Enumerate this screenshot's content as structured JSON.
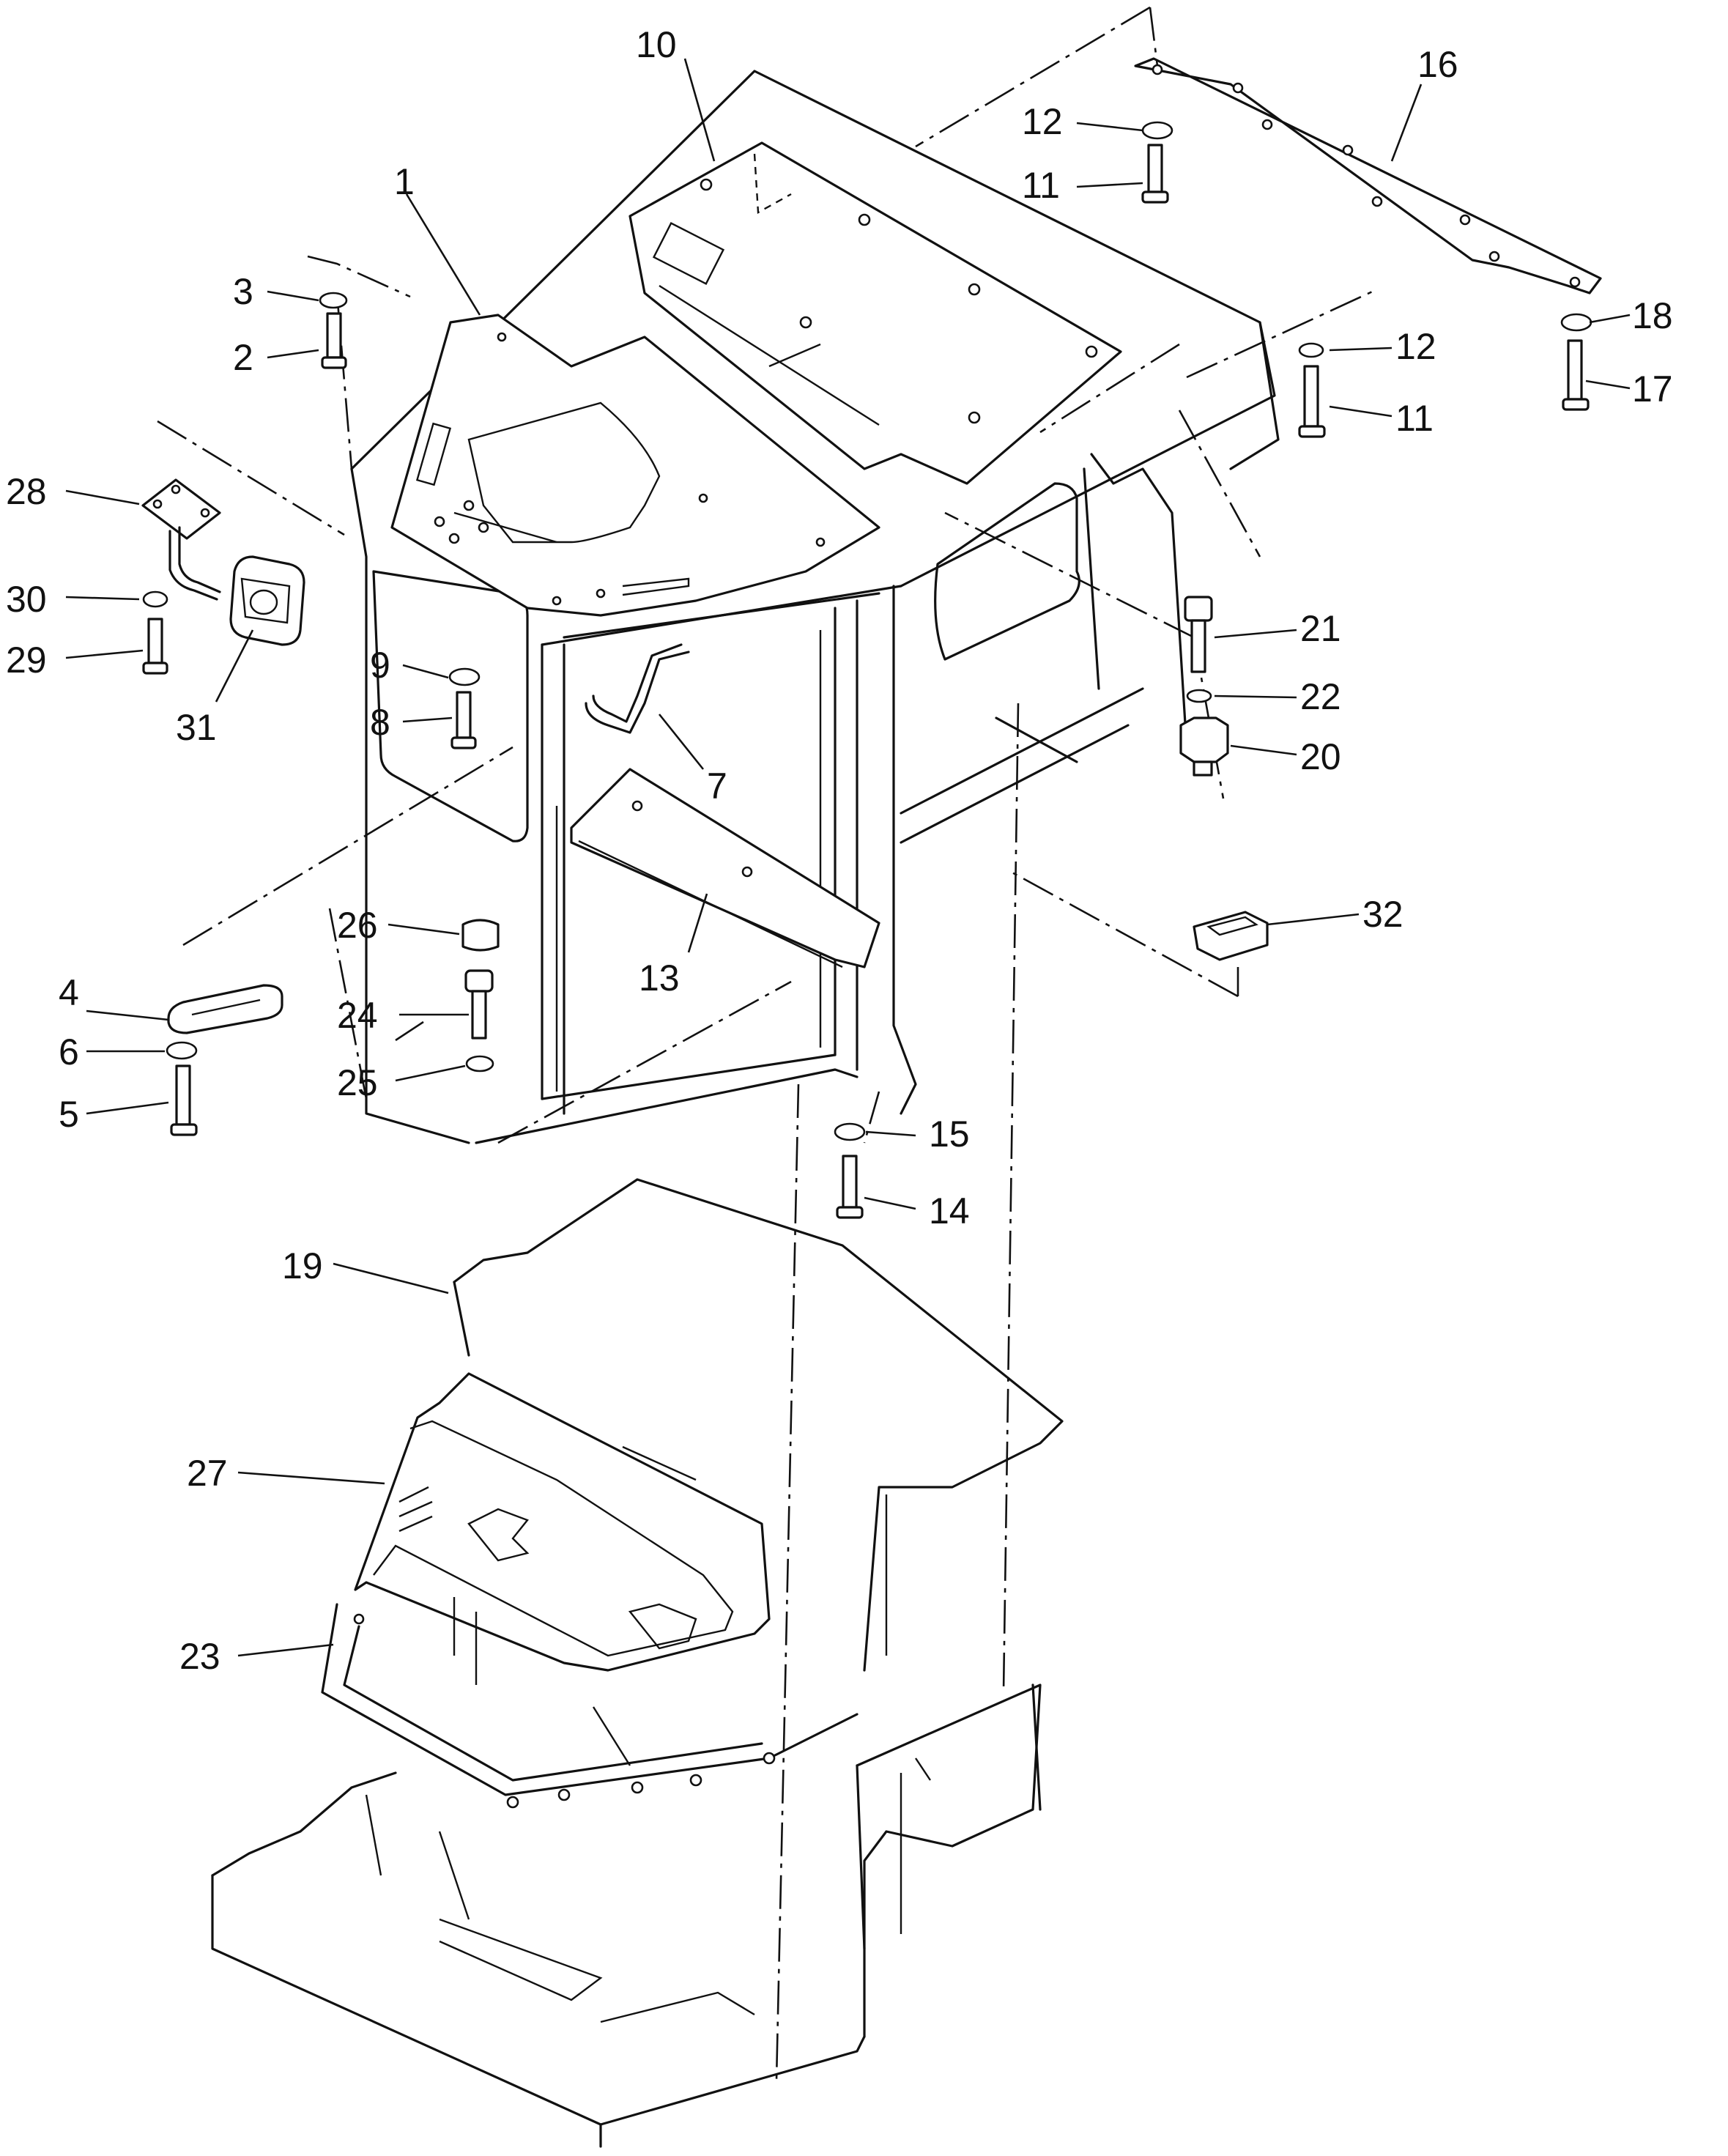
{
  "callouts": [
    {
      "id": "c1",
      "text": "1"
    },
    {
      "id": "c2",
      "text": "2"
    },
    {
      "id": "c3",
      "text": "3"
    },
    {
      "id": "c4",
      "text": "4"
    },
    {
      "id": "c5",
      "text": "5"
    },
    {
      "id": "c6",
      "text": "6"
    },
    {
      "id": "c7",
      "text": "7"
    },
    {
      "id": "c8",
      "text": "8"
    },
    {
      "id": "c9",
      "text": "9"
    },
    {
      "id": "c10",
      "text": "10"
    },
    {
      "id": "c11a",
      "text": "11"
    },
    {
      "id": "c11b",
      "text": "11"
    },
    {
      "id": "c12a",
      "text": "12"
    },
    {
      "id": "c12b",
      "text": "12"
    },
    {
      "id": "c13",
      "text": "13"
    },
    {
      "id": "c14",
      "text": "14"
    },
    {
      "id": "c15",
      "text": "15"
    },
    {
      "id": "c16",
      "text": "16"
    },
    {
      "id": "c17",
      "text": "17"
    },
    {
      "id": "c18",
      "text": "18"
    },
    {
      "id": "c19",
      "text": "19"
    },
    {
      "id": "c20",
      "text": "20"
    },
    {
      "id": "c21",
      "text": "21"
    },
    {
      "id": "c22",
      "text": "22"
    },
    {
      "id": "c23",
      "text": "23"
    },
    {
      "id": "c24",
      "text": "24"
    },
    {
      "id": "c25",
      "text": "25"
    },
    {
      "id": "c26",
      "text": "26"
    },
    {
      "id": "c27",
      "text": "27"
    },
    {
      "id": "c28",
      "text": "28"
    },
    {
      "id": "c29",
      "text": "29"
    },
    {
      "id": "c30",
      "text": "30"
    },
    {
      "id": "c31",
      "text": "31"
    },
    {
      "id": "c32",
      "text": "32"
    }
  ]
}
